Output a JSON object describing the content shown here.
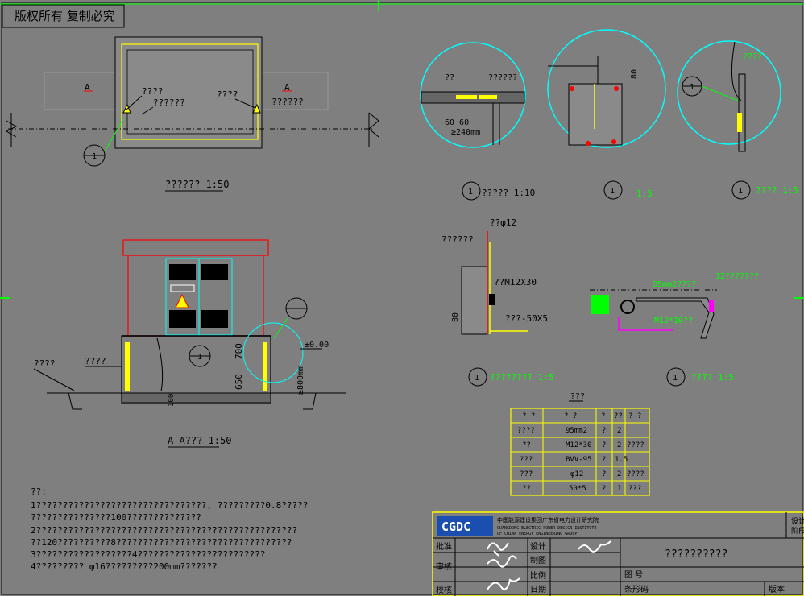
{
  "copyright": "版权所有  复制必究",
  "plan": {
    "section_mark_left": "A",
    "section_mark_right": "A",
    "label_1": "????",
    "label_2": "??????",
    "label_3": "????",
    "label_4": "??????",
    "detail_ref": "1",
    "title": "?????? 1:50"
  },
  "section": {
    "title": "A-A??? 1:50",
    "label_left_1": "????",
    "label_left_2": "????",
    "dim_700": "700",
    "dim_650": "650",
    "dim_800": "≥800mm",
    "elev": "±0.00",
    "dim_100": "100",
    "detail_ref": "1"
  },
  "details": {
    "d1_label_a": "??",
    "d1_label_b": "??????",
    "d1_dims": "60 60",
    "d1_dim_240": "≥240mm",
    "d1_caption_num": "1",
    "d1_caption": "?????  1:10",
    "d2_dim_80": "80",
    "d2_caption_num": "1",
    "d2_caption": "1:5",
    "d3_label": "????",
    "d3_ref": "1",
    "d3_caption_num": "1",
    "d3_caption": "???? 1:5",
    "d4_label_a": "??φ12",
    "d4_label_b": "??????",
    "d4_label_c": "??M12X30",
    "d4_label_d": "???-50X5",
    "d4_dim_80": "80",
    "d4_caption_num": "1",
    "d4_caption": "???????? 1:5",
    "d5_label_a": "95mm2????",
    "d5_label_b": "M12*30??",
    "d5_label_c": "12???????",
    "d5_caption_num": "1",
    "d5_caption": "???? 1:5"
  },
  "material_table": {
    "title": "???",
    "headers": [
      "? ?",
      "? ?",
      "?",
      "??",
      "? ?"
    ],
    "rows": [
      [
        "????",
        "95mm2",
        "?",
        "2",
        ""
      ],
      [
        "??",
        "M12*30",
        "?",
        "2",
        "????"
      ],
      [
        "???",
        "BVV-95",
        "?",
        "1.5",
        ""
      ],
      [
        "???",
        "φ12",
        "?",
        "2",
        "????"
      ],
      [
        "??",
        "50*5",
        "?",
        "1",
        "???"
      ]
    ]
  },
  "notes": {
    "heading": "??:",
    "lines": [
      "1????????????????????????????????, ?????????0.8?????",
      "???????????????100??????????????",
      "2?????????????????????????????????????????????????",
      "??120??????????8?????????????????????????????????",
      "3??????????????????4????????????????????????",
      "4?????????  φ16?????????200mm???????"
    ]
  },
  "title_block": {
    "company_cn": "中国能源建设集团广东省电力设计研究院",
    "company_en_1": "GUANGDONG ELECTRIC POWER DESIGN INSTITUTE",
    "company_en_2": "OF CHINA ENERGY ENGINEERING GROUP",
    "logo_text": "CGDC",
    "drawing_title": "??????????",
    "approve": "批准",
    "review": "审核",
    "check": "校核",
    "design": "设计",
    "draw": "制图",
    "scale": "比例",
    "date": "日期",
    "drawing_no": "图 号",
    "barcode": "条形码",
    "version": "版本",
    "right_top_1": "设计",
    "right_top_2": "阶段"
  },
  "colors": {
    "background": "#7f7f7f",
    "line": "#000000",
    "yellow": "#ffff00",
    "cyan": "#00ffff",
    "red": "#ff0000",
    "green": "#00ff00",
    "white": "#ffffff",
    "magenta": "#ff00ff"
  }
}
